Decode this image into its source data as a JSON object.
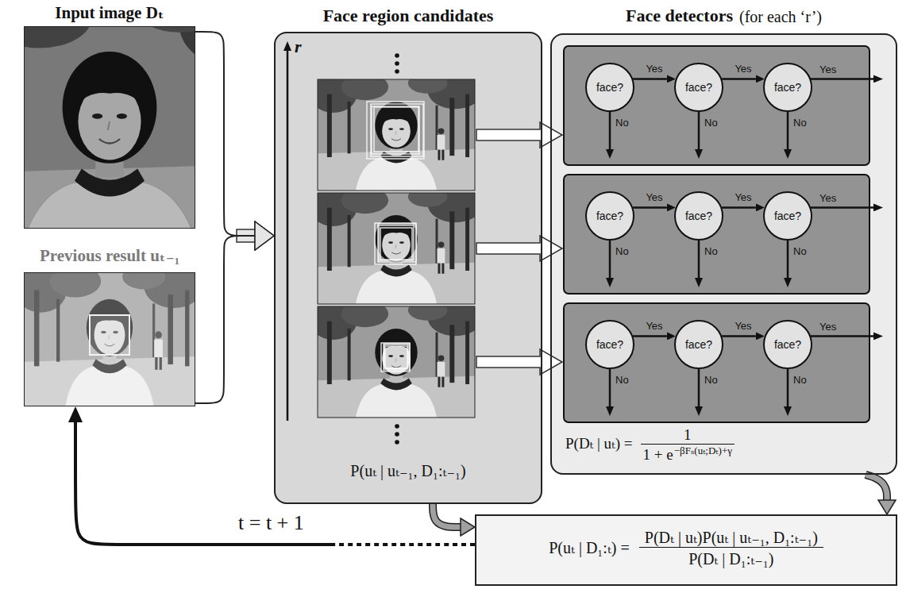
{
  "diagram": {
    "nodes": [
      {
        "text": [
          "Input image Dₜ"
        ]
      },
      {
        "text": [
          "Previous result uₜ₋₁"
        ]
      },
      {
        "text": [
          "Face region candidates",
          "P(uₜ | uₜ₋₁, D₁:ₜ₋₁)"
        ]
      },
      {
        "text": [
          "Face detectors",
          "(for each ‘r’)",
          "P(Dₜ | uₜ) =",
          "1",
          "1 + e",
          "−βFₛ(uₜ;Dₜ)+γ"
        ]
      },
      {
        "text": [
          "face?"
        ],
        "in": 3
      },
      {
        "text": [
          "face?"
        ],
        "in": 3
      },
      {
        "text": [
          "face?"
        ],
        "in": 3
      },
      {
        "text": [
          "face?"
        ],
        "in": 3
      },
      {
        "text": [
          "face?"
        ],
        "in": 3
      },
      {
        "text": [
          "face?"
        ],
        "in": 3
      },
      {
        "text": [
          "face?"
        ],
        "in": 3
      },
      {
        "text": [
          "face?"
        ],
        "in": 3
      },
      {
        "text": [
          "face?"
        ],
        "in": 3
      },
      {
        "text": [
          "P(uₜ | D₁:ₜ) =",
          "P(Dₜ | uₜ)P(uₜ | uₜ₋₁, D₁:ₜ₋₁)",
          "P(Dₜ | D₁:ₜ₋₁)"
        ]
      }
    ],
    "edges": [
      {
        "from": 0,
        "to": 2,
        "arrow": "to"
      },
      {
        "from": 1,
        "to": 2,
        "arrow": "to"
      },
      {
        "from": 4,
        "to": 5,
        "label": "Yes",
        "arrow": "to"
      },
      {
        "from": 5,
        "to": 6,
        "label": "Yes",
        "arrow": "to"
      },
      {
        "from": 7,
        "to": 8,
        "label": "Yes",
        "arrow": "to"
      },
      {
        "from": 8,
        "to": 9,
        "label": "Yes",
        "arrow": "to"
      },
      {
        "from": 10,
        "to": 11,
        "label": "Yes",
        "arrow": "to"
      },
      {
        "from": 11,
        "to": 12,
        "label": "Yes",
        "arrow": "to"
      },
      {
        "from": 2,
        "to": 13,
        "arrow": "to"
      },
      {
        "from": 3,
        "to": 13,
        "arrow": "to"
      },
      {
        "from": 13,
        "to": 1,
        "label": "t = t + 1",
        "arrow": "to"
      }
    ],
    "labels": [
      "r",
      "Yes",
      "No",
      "No",
      "No",
      "Yes",
      "No",
      "No",
      "No",
      "Yes",
      "No",
      "No",
      "No"
    ]
  }
}
